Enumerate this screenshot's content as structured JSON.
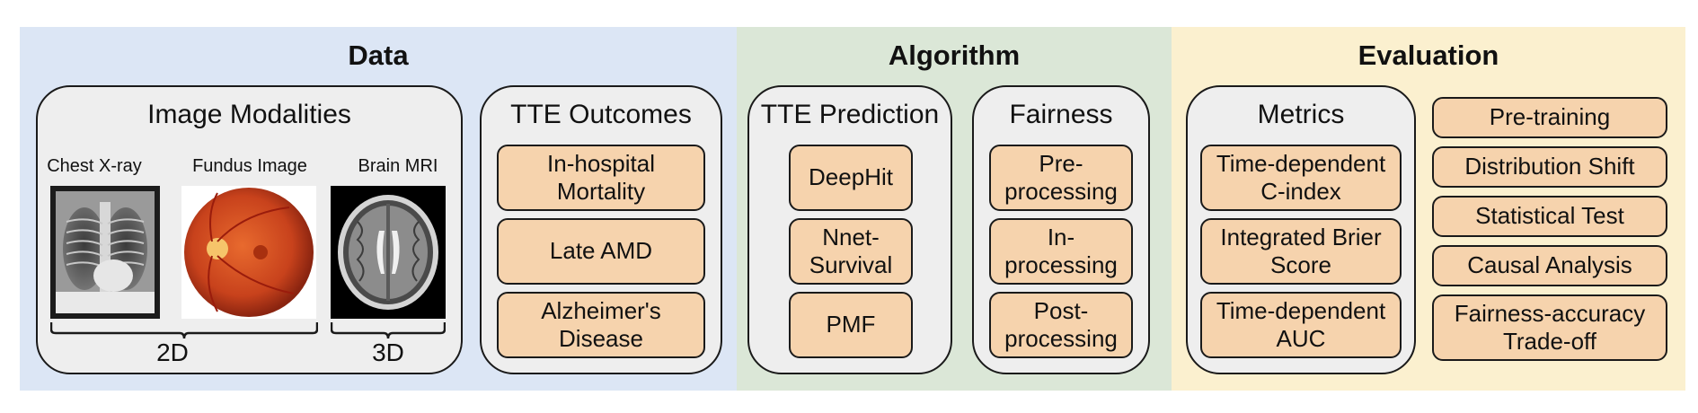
{
  "colors": {
    "data_bg": "#dce6f5",
    "algorithm_bg": "#dbe7d7",
    "evaluation_bg": "#fbf0cf",
    "panel_bg": "#eeeeee",
    "chip_bg": "#f6d3ad",
    "border": "#1a1a1a"
  },
  "sections": {
    "data": {
      "title": "Data",
      "image_modalities": {
        "title": "Image Modalities",
        "images": [
          {
            "label": "Chest X-ray",
            "icon": "chest-xray-image"
          },
          {
            "label": "Fundus Image",
            "icon": "fundus-image"
          },
          {
            "label": "Brain MRI",
            "icon": "brain-mri-image"
          }
        ],
        "group_2d": "2D",
        "group_3d": "3D"
      },
      "tte_outcomes": {
        "title": "TTE Outcomes",
        "items": [
          {
            "line1": "In-hospital",
            "line2": "Mortality"
          },
          {
            "line1": "Late AMD",
            "line2": ""
          },
          {
            "line1": "Alzheimer's",
            "line2": "Disease"
          }
        ]
      }
    },
    "algorithm": {
      "title": "Algorithm",
      "tte_prediction": {
        "title": "TTE Prediction",
        "items": [
          {
            "line1": "DeepHit",
            "line2": ""
          },
          {
            "line1": "Nnet-",
            "line2": "Survival"
          },
          {
            "line1": "PMF",
            "line2": ""
          }
        ]
      },
      "fairness": {
        "title": "Fairness",
        "items": [
          {
            "line1": "Pre-",
            "line2": "processing"
          },
          {
            "line1": "In-",
            "line2": "processing"
          },
          {
            "line1": "Post-",
            "line2": "processing"
          }
        ]
      }
    },
    "evaluation": {
      "title": "Evaluation",
      "metrics": {
        "title": "Metrics",
        "items": [
          {
            "line1": "Time-dependent",
            "line2": "C-index"
          },
          {
            "line1": "Integrated Brier",
            "line2": "Score"
          },
          {
            "line1": "Time-dependent",
            "line2": "AUC"
          }
        ]
      },
      "analyses": [
        {
          "line1": "Pre-training",
          "line2": ""
        },
        {
          "line1": "Distribution Shift",
          "line2": ""
        },
        {
          "line1": "Statistical Test",
          "line2": ""
        },
        {
          "line1": "Causal Analysis",
          "line2": ""
        },
        {
          "line1": "Fairness-accuracy",
          "line2": "Trade-off"
        }
      ]
    }
  }
}
